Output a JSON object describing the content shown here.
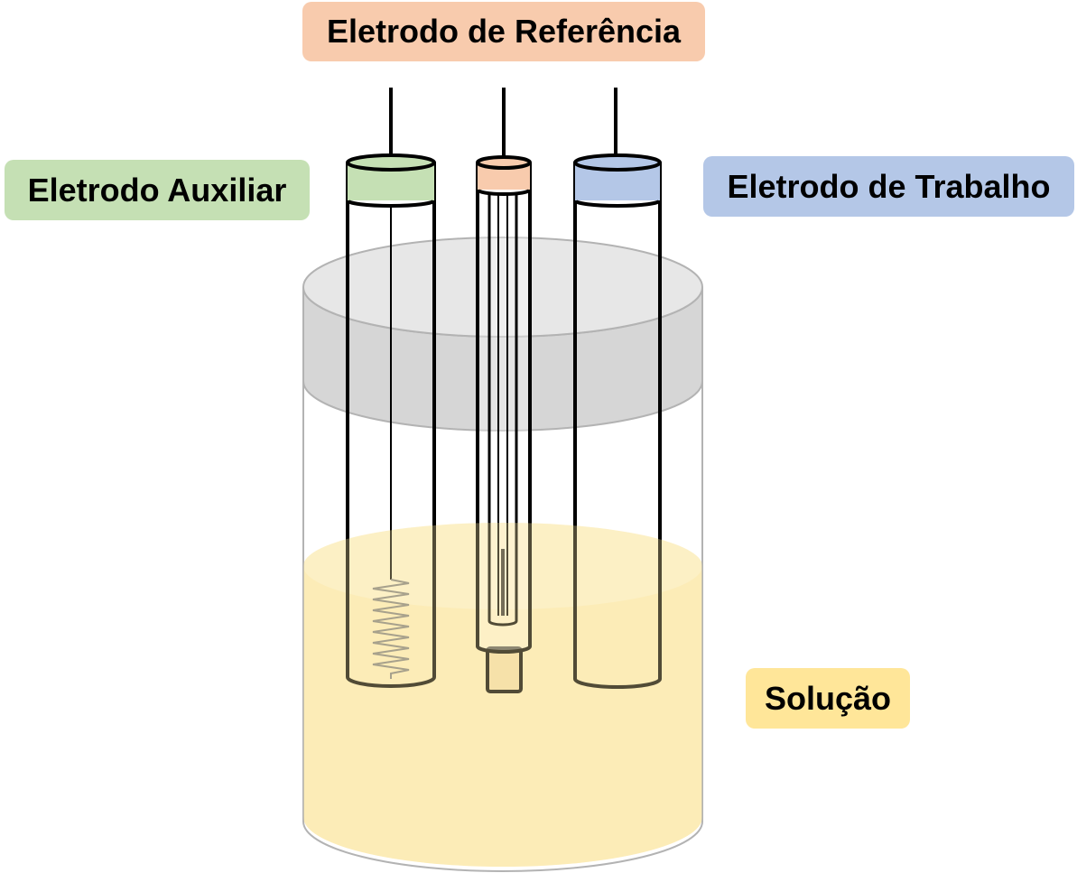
{
  "labels": {
    "reference": "Eletrodo de Referência",
    "auxiliary": "Eletrodo Auxiliar",
    "working": "Eletrodo de Trabalho",
    "solution": "Solução"
  },
  "colors": {
    "reference": "#f8cbad",
    "auxiliary": "#c5e0b4",
    "working": "#b4c7e7",
    "solution": "#ffe699",
    "solution_fill": "#fdeebe",
    "lid_top": "#e4e4e4",
    "lid_side": "#d3d2d3",
    "outline": "#000000"
  }
}
